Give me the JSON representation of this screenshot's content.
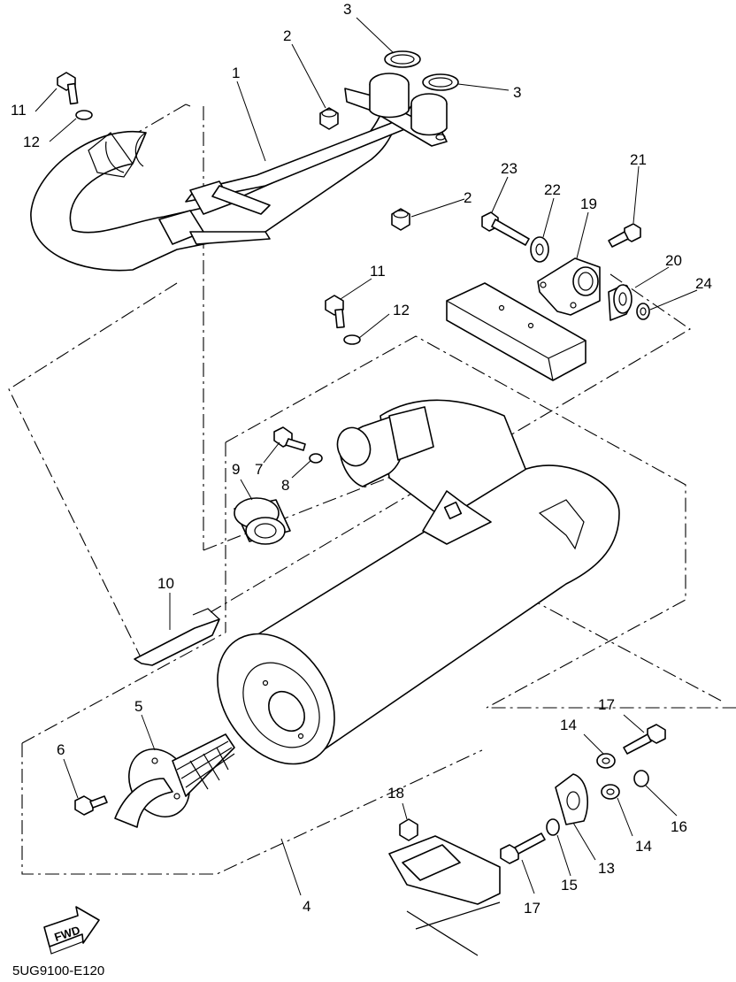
{
  "callouts": [
    {
      "id": "c1",
      "text": "1"
    },
    {
      "id": "c2a",
      "text": "2"
    },
    {
      "id": "c2b",
      "text": "2"
    },
    {
      "id": "c3a",
      "text": "3"
    },
    {
      "id": "c3b",
      "text": "3"
    },
    {
      "id": "c4",
      "text": "4"
    },
    {
      "id": "c5",
      "text": "5"
    },
    {
      "id": "c6",
      "text": "6"
    },
    {
      "id": "c7",
      "text": "7"
    },
    {
      "id": "c8",
      "text": "8"
    },
    {
      "id": "c9",
      "text": "9"
    },
    {
      "id": "c10",
      "text": "10"
    },
    {
      "id": "c11a",
      "text": "11"
    },
    {
      "id": "c11b",
      "text": "11"
    },
    {
      "id": "c12a",
      "text": "12"
    },
    {
      "id": "c12b",
      "text": "12"
    },
    {
      "id": "c13",
      "text": "13"
    },
    {
      "id": "c14a",
      "text": "14"
    },
    {
      "id": "c14b",
      "text": "14"
    },
    {
      "id": "c15",
      "text": "15"
    },
    {
      "id": "c16",
      "text": "16"
    },
    {
      "id": "c17a",
      "text": "17"
    },
    {
      "id": "c17b",
      "text": "17"
    },
    {
      "id": "c18",
      "text": "18"
    },
    {
      "id": "c19",
      "text": "19"
    },
    {
      "id": "c20",
      "text": "20"
    },
    {
      "id": "c21",
      "text": "21"
    },
    {
      "id": "c22",
      "text": "22"
    },
    {
      "id": "c23",
      "text": "23"
    },
    {
      "id": "c24",
      "text": "24"
    }
  ],
  "fwd_label": "FWD",
  "diagram_code": "5UG9100-E120"
}
